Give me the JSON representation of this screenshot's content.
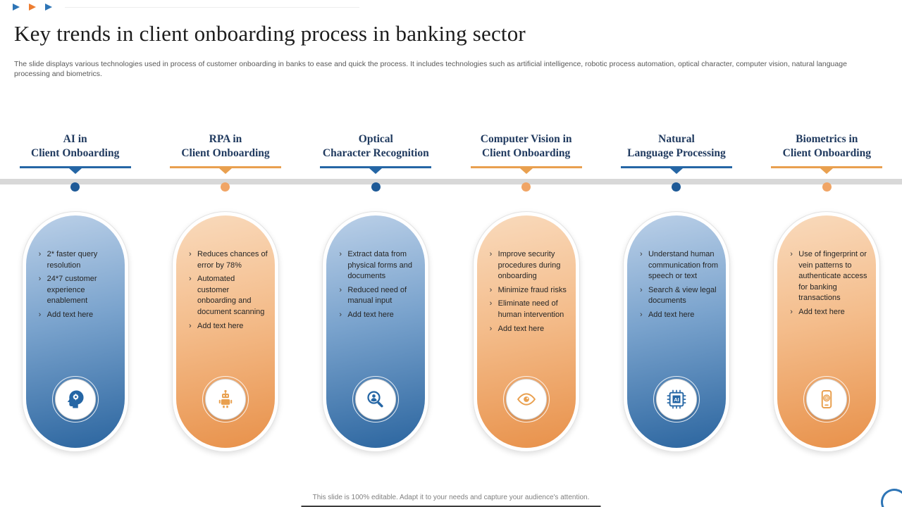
{
  "slide": {
    "title": "Key trends in client onboarding process in banking sector",
    "subtitle": "The slide displays various technologies used in  process of customer onboarding in banks to ease and quick the process. It includes technologies such as artificial intelligence, robotic process automation, optical character, computer vision, natural language processing and biometrics.",
    "footer": "This slide is 100% editable.  Adapt it to your needs and capture your audience's attention."
  },
  "decor": {
    "arrow_colors": [
      "#2E75B6",
      "#ED7D31",
      "#2E75B6"
    ],
    "accent_blue": "#2566A5",
    "accent_orange": "#E9A04F",
    "timeline_gray": "#D8D8D8"
  },
  "columns": [
    {
      "theme": "blue",
      "title_line1": "AI in",
      "title_line2": "Client Onboarding",
      "icon": "ai-head-icon",
      "bullets": [
        "2* faster query resolution",
        "24*7 customer experience enablement",
        "Add text here"
      ]
    },
    {
      "theme": "orange",
      "title_line1": "RPA in",
      "title_line2": "Client Onboarding",
      "icon": "robot-icon",
      "bullets": [
        "Reduces chances of error by 78%",
        "Automated customer onboarding and document scanning",
        "Add text here"
      ]
    },
    {
      "theme": "blue",
      "title_line1": "Optical",
      "title_line2": "Character Recognition",
      "icon": "search-person-icon",
      "bullets": [
        "Extract data from physical forms and documents",
        "Reduced need of manual input",
        "Add text here"
      ]
    },
    {
      "theme": "orange",
      "title_line1": "Computer Vision in",
      "title_line2": "Client Onboarding",
      "icon": "eye-icon",
      "bullets": [
        "Improve security procedures during onboarding",
        "Minimize fraud risks",
        "Eliminate need of human intervention",
        "Add text here"
      ]
    },
    {
      "theme": "blue",
      "title_line1": "Natural",
      "title_line2": "Language Processing",
      "icon": "ai-chip-icon",
      "bullets": [
        "Understand human communication from speech or text",
        "Search & view legal documents",
        "Add text here"
      ]
    },
    {
      "theme": "orange",
      "title_line1": "Biometrics in",
      "title_line2": "Client Onboarding",
      "icon": "fingerprint-phone-icon",
      "bullets": [
        "Use of fingerprint or vein patterns to authenticate access for banking transactions",
        "Add text here"
      ]
    }
  ]
}
